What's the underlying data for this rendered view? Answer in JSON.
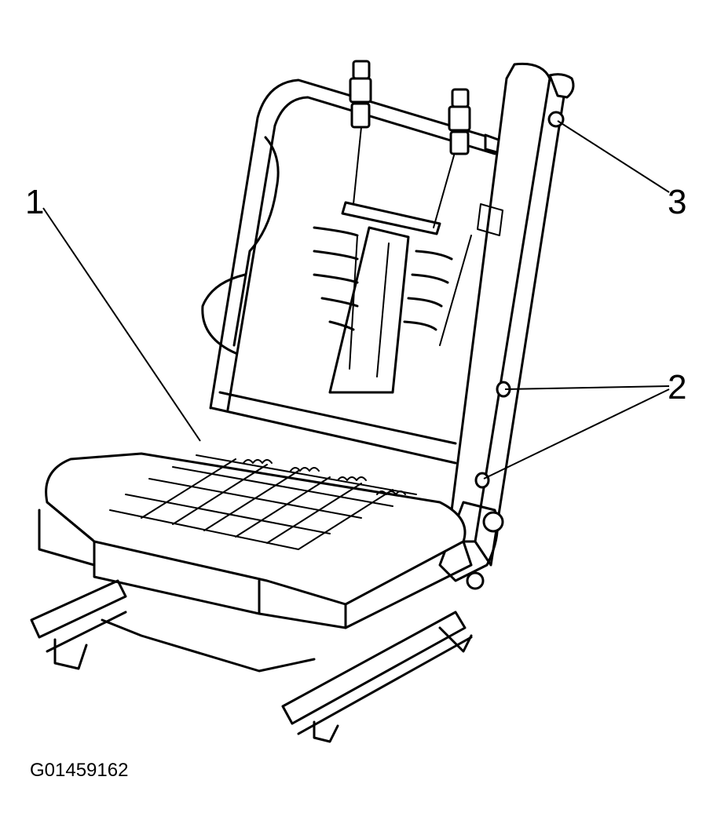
{
  "callouts": {
    "one": "1",
    "two": "2",
    "three": "3"
  },
  "figure_id": "G01459162",
  "colors": {
    "line": "#000000",
    "background": "#ffffff"
  }
}
